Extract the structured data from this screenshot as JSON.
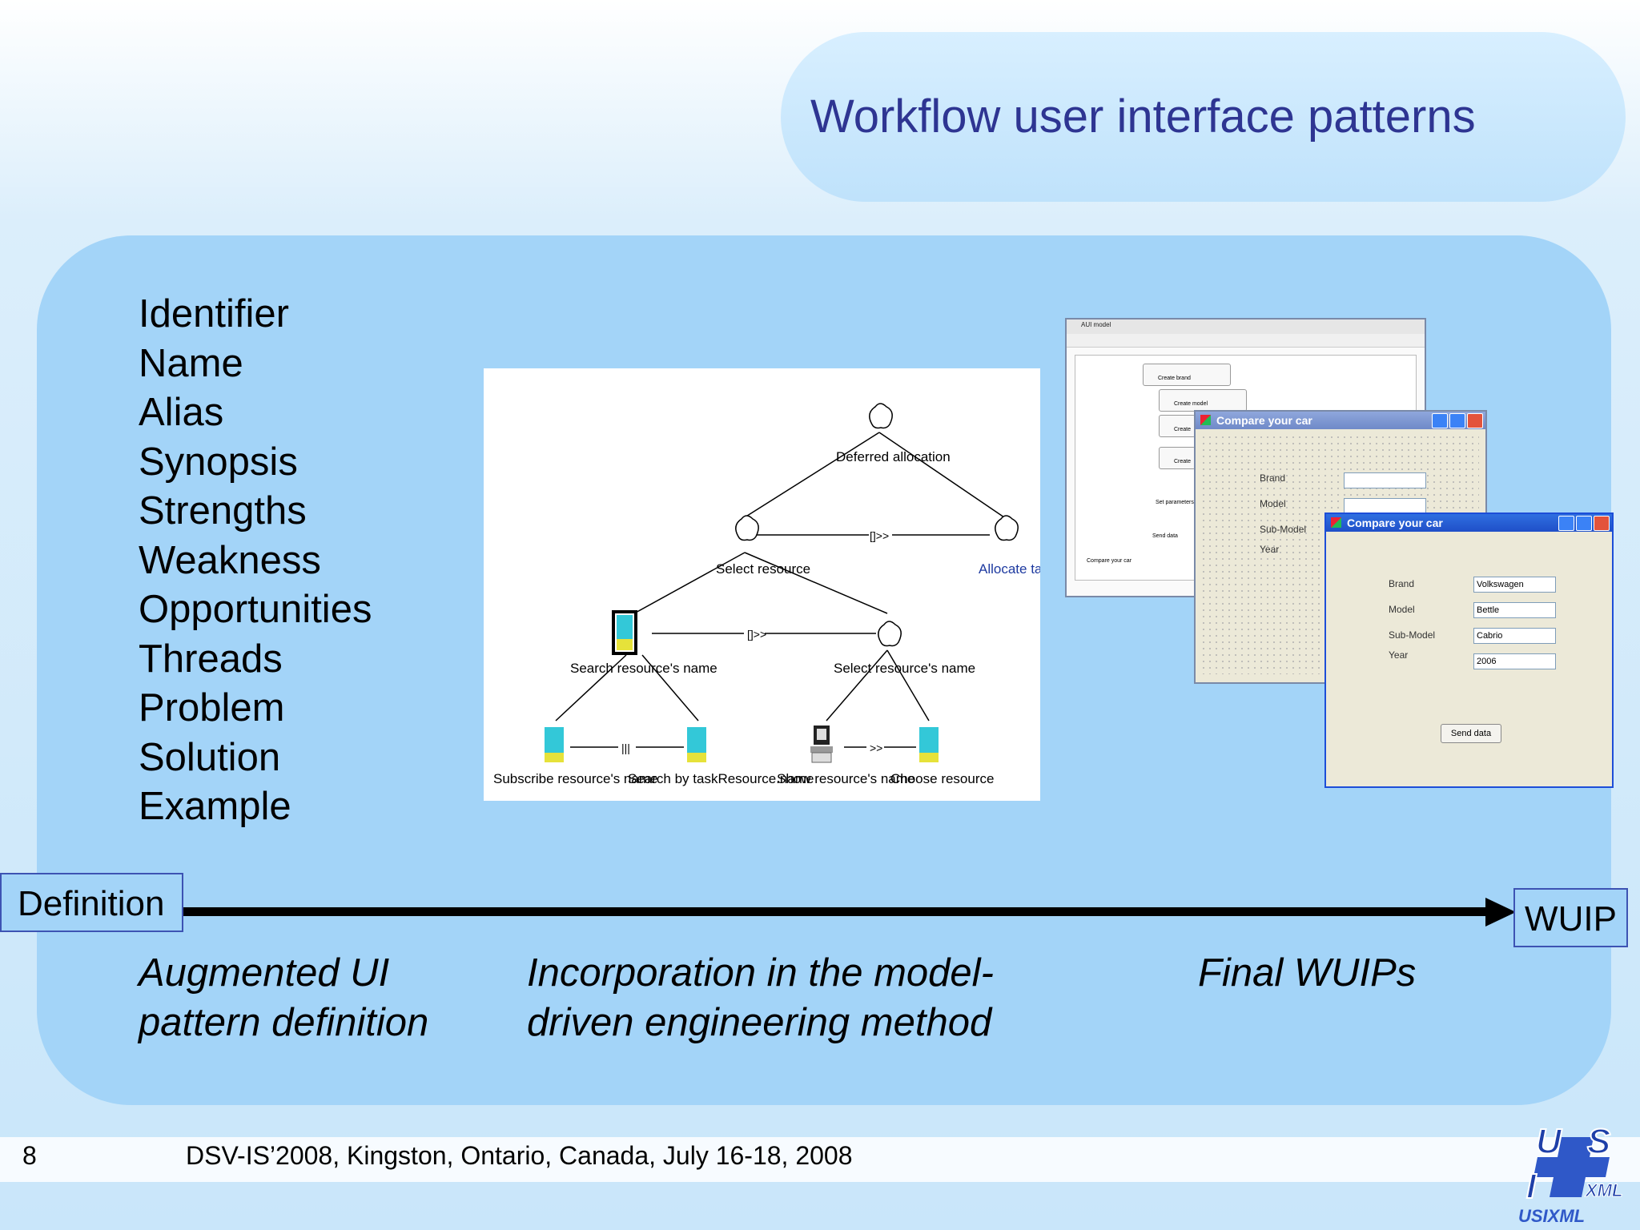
{
  "slide": {
    "title": "Workflow user interface patterns",
    "items": [
      "Identifier",
      "Name",
      "Alias",
      "Synopsis",
      "Strengths",
      "Weakness",
      "Opportunities",
      "Threads",
      "Problem",
      "Solution",
      "Example"
    ]
  },
  "task_tree": {
    "root": "Deferred allocation",
    "select_resource": "Select resource",
    "allocate_task": "Allocate task",
    "search_name": "Search resource's name",
    "select_name": "Select resource's name",
    "subscribe": "Subscribe resource's name",
    "search_by": "Search by taskResource.name",
    "show": "Show resource's name",
    "choose": "Choose resource",
    "op_enable_info": "[]>>",
    "op_interleave": "|||",
    "op_enable": ">>"
  },
  "aui_window": {
    "title": "AUI model",
    "nodes": [
      "Create brand",
      "Create model",
      "Create",
      "Create"
    ],
    "set_params": "Set parameters",
    "send": "Send data",
    "footer": "Compare your car"
  },
  "form_window_back": {
    "title": "Compare your car",
    "labels": [
      "Brand",
      "Model",
      "Sub-Model",
      "Year"
    ]
  },
  "form_window_front": {
    "title": "Compare your car",
    "labels": [
      "Brand",
      "Model",
      "Sub-Model",
      "Year"
    ],
    "values": [
      "Volkswagen",
      "Bettle",
      "Cabrio",
      "2006"
    ],
    "button": "Send data"
  },
  "timeline": {
    "start": "Definition",
    "end": "WUIP",
    "phase1": [
      "Augmented UI",
      "pattern definition"
    ],
    "phase2": [
      "Incorporation in the model-",
      "driven engineering method"
    ],
    "phase3": "Final WUIPs"
  },
  "footer": {
    "page": "8",
    "text": "DSV-IS’2008, Kingston, Ontario, Canada, July 16-18, 2008",
    "logo_letters": [
      "U",
      "S",
      "I",
      "XML"
    ],
    "logo_caption": "USIXML"
  },
  "colors": {
    "title": "#2e3592",
    "panel": "#a3d4f8",
    "accent_border": "#3d53b3"
  }
}
